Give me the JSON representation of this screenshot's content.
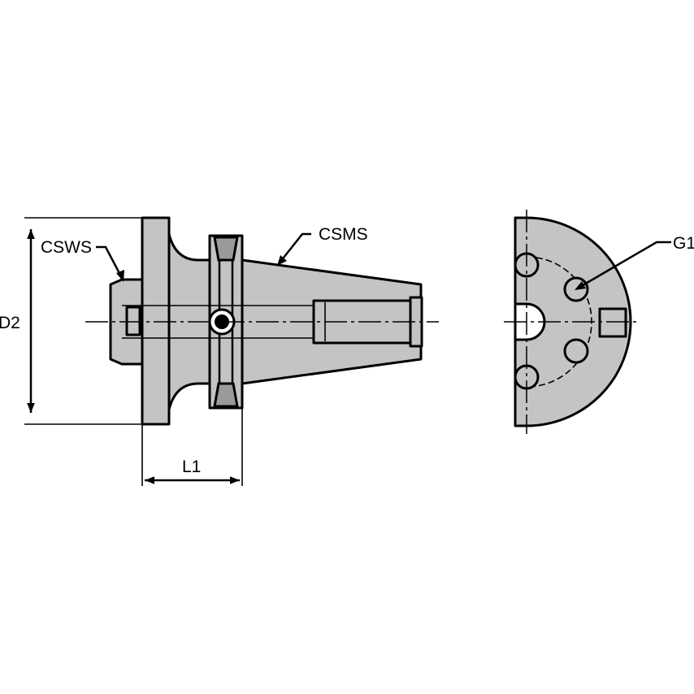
{
  "labels": {
    "d2": "D2",
    "cswsl": "CSWS",
    "csms": "CSMS",
    "l1": "L1",
    "g1": "G1"
  },
  "colors": {
    "body_fill": "#c4c4c4",
    "shade_fill": "#9a9a9a",
    "line": "#000000",
    "background": "#ffffff"
  }
}
